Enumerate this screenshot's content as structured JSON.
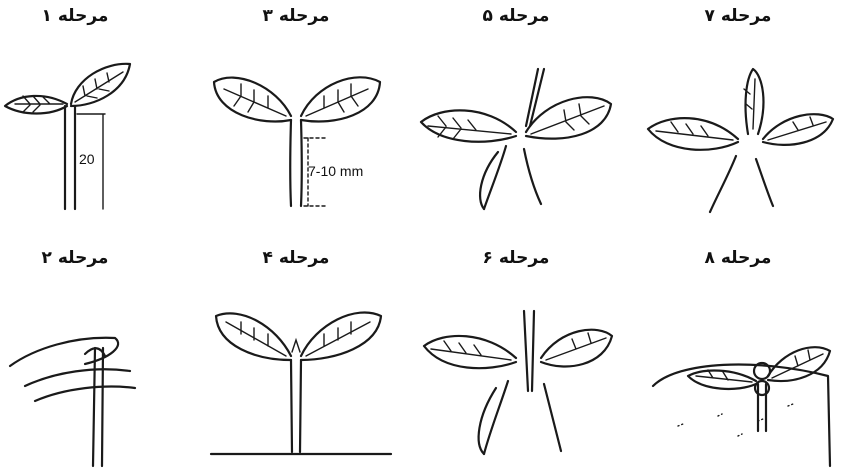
{
  "stages": [
    {
      "id": "1",
      "label": "مرحله ۱",
      "measure": "20"
    },
    {
      "id": "3",
      "label": "مرحله ۳",
      "measure": "7-10 mm"
    },
    {
      "id": "5",
      "label": "مرحله ۵"
    },
    {
      "id": "7",
      "label": "مرحله ۷"
    },
    {
      "id": "2",
      "label": "مرحله ۲"
    },
    {
      "id": "4",
      "label": "مرحله ۴"
    },
    {
      "id": "6",
      "label": "مرحله ۶"
    },
    {
      "id": "8",
      "label": "مرحله ۸"
    }
  ]
}
